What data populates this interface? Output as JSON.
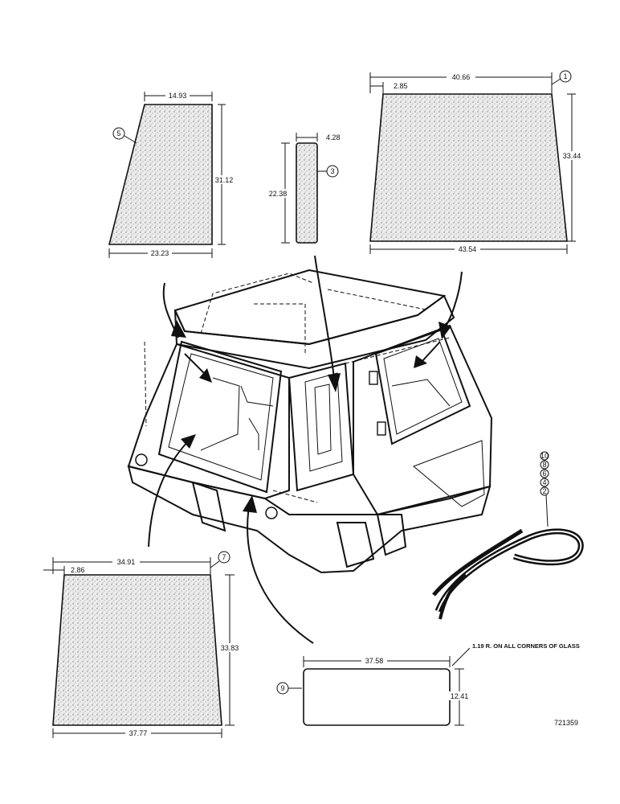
{
  "parts": {
    "part_5": {
      "callout": "5",
      "top_width": "14.93",
      "height": "31.12",
      "bottom_width": "23.23"
    },
    "part_3": {
      "callout": "3",
      "width": "4.28",
      "height": "22.38"
    },
    "part_1": {
      "callout": "1",
      "top_width": "40.66",
      "offset": "2.85",
      "height": "33.44",
      "bottom_width": "43.54"
    },
    "part_7": {
      "callout": "7",
      "top_width": "34.91",
      "offset": "2.86",
      "height": "33.83",
      "bottom_width": "37.77"
    },
    "part_9": {
      "callout": "9",
      "width": "37.58",
      "height": "12.41",
      "note": "1.19 R. ON ALL CORNERS OF GLASS"
    },
    "seal_callouts": [
      "10",
      "8",
      "6",
      "4",
      "2"
    ]
  },
  "drawing_number": "721359"
}
